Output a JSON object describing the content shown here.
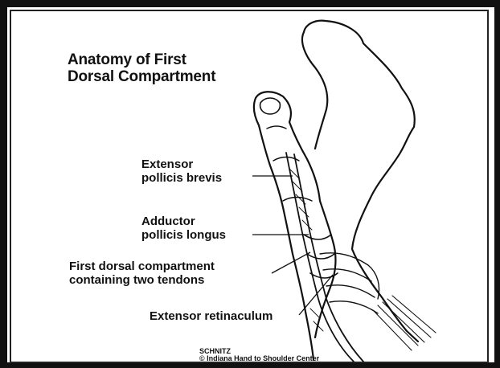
{
  "title": {
    "line1": "Anatomy of First",
    "line2": "Dorsal Compartment"
  },
  "labels": [
    {
      "id": "extensor-pollicis-brevis",
      "line1": "Extensor",
      "line2": "pollicis brevis"
    },
    {
      "id": "adductor-pollicis-longus",
      "line1": "Adductor",
      "line2": "pollicis longus"
    },
    {
      "id": "first-dorsal-compartment",
      "line1": "First dorsal compartment",
      "line2": "containing two tendons"
    },
    {
      "id": "extensor-retinaculum",
      "line1": "Extensor retinaculum"
    }
  ],
  "credit": {
    "artist": "SCHNITZ",
    "copyright": "© Indiana Hand to Shoulder Center"
  }
}
